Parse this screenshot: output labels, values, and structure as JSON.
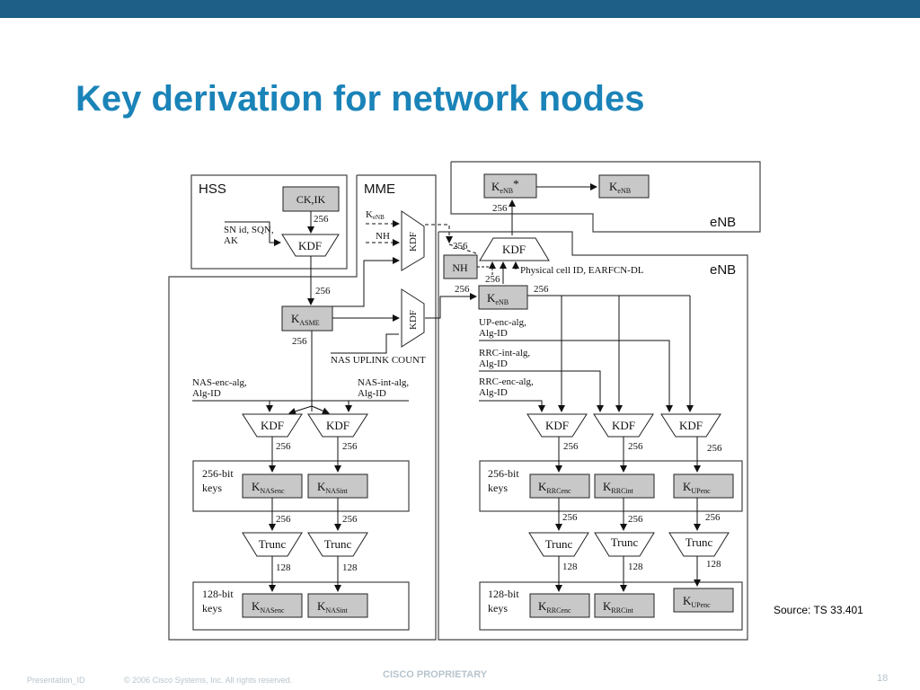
{
  "slide": {
    "title": "Key derivation for network nodes",
    "source": "Source: TS 33.401",
    "footer_left": "Presentation_ID",
    "footer_copyright": "© 2006 Cisco Systems, Inc. All rights reserved.",
    "footer_center": "CISCO PROPRIETARY",
    "page_number": "18"
  },
  "colors": {
    "top_bar": "#1d5f86",
    "title": "#1a83b8",
    "box_fill": "#c8c8c8"
  },
  "diagram": {
    "hss": {
      "label": "HSS",
      "ckik": "CK,IK",
      "inputs": [
        "SN id, SQN,",
        "AK"
      ],
      "kdf": "KDF",
      "out_bits": "256"
    },
    "mme": {
      "label": "MME",
      "kasme_main": "K",
      "kasme_sub": "ASME",
      "kenb_in_main": "K",
      "kenb_in_sub": "eNB",
      "nh_in": "NH",
      "kdf": "KDF",
      "uplink_count": "NAS UPLINK COUNT",
      "bits_to_kasme": "256",
      "bits_from_kasme": "256",
      "nas_enc_alg": [
        "NAS-enc-alg,",
        "Alg-ID"
      ],
      "nas_int_alg": [
        "NAS-int-alg,",
        "Alg-ID"
      ],
      "kdf_enc": "KDF",
      "kdf_int": "KDF",
      "bits_kdf_enc": "256",
      "bits_kdf_int": "256",
      "keys256_label": [
        "256-bit",
        "keys"
      ],
      "knasenc_main": "K",
      "knasenc_sub": "NASenc",
      "knasint_main": "K",
      "knasint_sub": "NASint",
      "bits_trunc_enc": "256",
      "bits_trunc_int": "256",
      "trunc_enc": "Trunc",
      "trunc_int": "Trunc",
      "bits_128_enc": "128",
      "bits_128_int": "128",
      "keys128_label": [
        "128-bit",
        "keys"
      ],
      "knasenc128_main": "K",
      "knasenc128_sub": "NASenc",
      "knasint128_main": "K",
      "knasint128_sub": "NASint"
    },
    "enb_top": {
      "label": "eNB",
      "kenbstar_main": "K",
      "kenbstar_sub": "eNB",
      "kenbstar_suffix": "*",
      "kenb_main": "K",
      "kenb_sub": "eNB",
      "bits": "256"
    },
    "enb": {
      "label": "eNB",
      "kdf": "KDF",
      "bits_a": "256",
      "bits_b": "256",
      "bits_c": "256",
      "nh": "NH",
      "phys_cell": "Physical cell ID, EARFCN-DL",
      "kenb_main": "K",
      "kenb_sub": "eNB",
      "up_enc_alg": [
        "UP-enc-alg,",
        "Alg-ID"
      ],
      "rrc_int_alg": [
        "RRC-int-alg,",
        "Alg-ID"
      ],
      "rrc_enc_alg": [
        "RRC-enc-alg,",
        "Alg-ID"
      ],
      "kdf1": "KDF",
      "kdf2": "KDF",
      "kdf3": "KDF",
      "bits_kdf1": "256",
      "bits_kdf2": "256",
      "bits_kdf3": "256",
      "keys256_label": [
        "256-bit",
        "keys"
      ],
      "krrcenc_main": "K",
      "krrcenc_sub": "RRCenc",
      "krrcint_main": "K",
      "krrcint_sub": "RRCint",
      "kupenc_main": "K",
      "kupenc_sub": "UPenc",
      "bits_t1": "256",
      "bits_t2": "256",
      "bits_t3": "256",
      "trunc1": "Trunc",
      "trunc2": "Trunc",
      "trunc3": "Trunc",
      "bits_128_1": "128",
      "bits_128_2": "128",
      "bits_128_3": "128",
      "keys128_label": [
        "128-bit",
        "keys"
      ],
      "krrcenc128_main": "K",
      "krrcenc128_sub": "RRCenc",
      "krrcint128_main": "K",
      "krrcint128_sub": "RRCint",
      "kupenc128_main": "K",
      "kupenc128_sub": "UPenc"
    }
  }
}
